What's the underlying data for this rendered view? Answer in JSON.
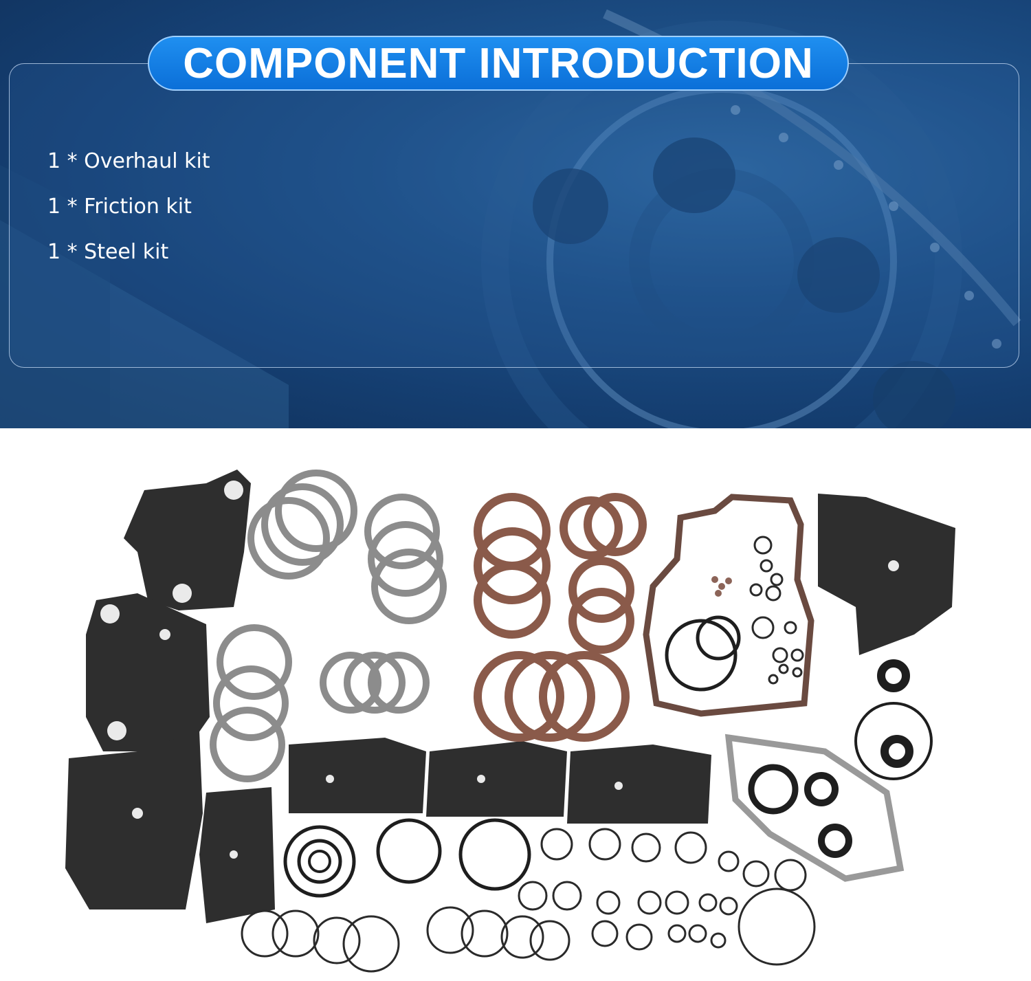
{
  "header": {
    "title": "COMPONENT INTRODUCTION"
  },
  "contents": [
    {
      "label": "1 * Overhaul kit"
    },
    {
      "label": "1 * Friction kit"
    },
    {
      "label": "1 * Steel kit"
    }
  ],
  "colors": {
    "accent": "#0b6fd8",
    "background_dark": "#153f72",
    "friction_plate": "#8a5a4a",
    "gasket": "#2b2b2b"
  },
  "image": {
    "subject": "transmission rebuild kit photo"
  }
}
